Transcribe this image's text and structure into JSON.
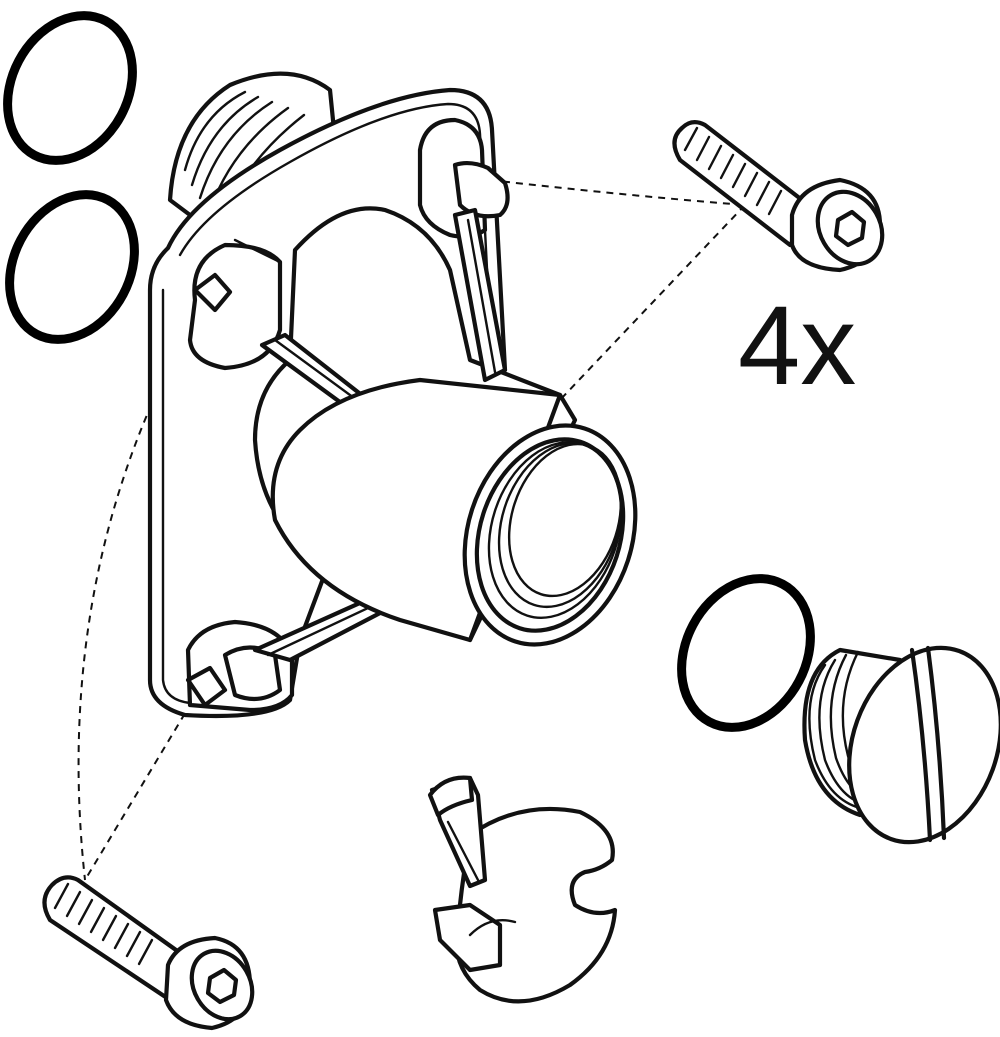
{
  "diagram": {
    "quantity_label": "4x",
    "parts": [
      {
        "name": "o-ring-top-left"
      },
      {
        "name": "o-ring-second-left"
      },
      {
        "name": "mounting-flange-housing"
      },
      {
        "name": "socket-head-cap-screw"
      },
      {
        "name": "o-ring-right"
      },
      {
        "name": "threaded-plug"
      },
      {
        "name": "retaining-clip"
      }
    ],
    "colors": {
      "line": "#111111",
      "background": "#ffffff"
    }
  }
}
